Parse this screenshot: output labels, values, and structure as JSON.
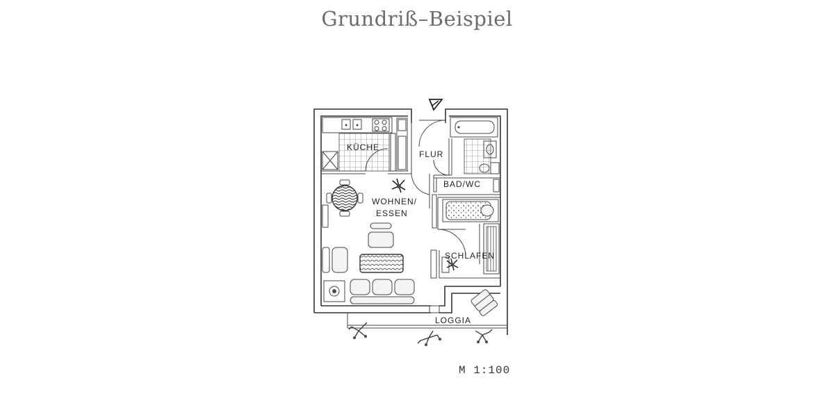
{
  "title": "Grundriß–Beispiel",
  "scale": "M 1:100",
  "rooms": {
    "kueche": "KÜCHE",
    "flur": "FLUR",
    "bad": "BAD/WC",
    "wohnen_line1": "WOHNEN/",
    "wohnen_line2": "ESSEN",
    "schlafen": "SCHLAFEN",
    "loggia": "LOGGIA"
  },
  "icons": {
    "entrance": "entrance-arrow-icon",
    "plant": "plant-icon"
  }
}
